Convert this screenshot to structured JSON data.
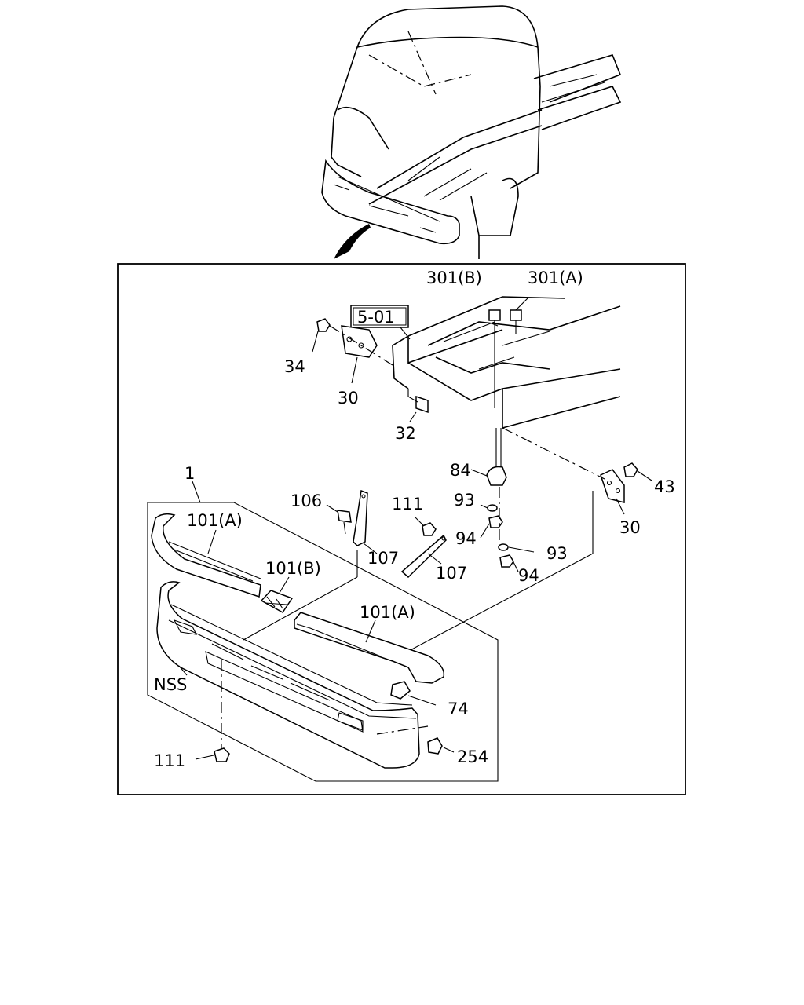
{
  "ref_box": "5-01",
  "labels": {
    "l301b": "301(B)",
    "l301a": "301(A)",
    "l34": "34",
    "l30a": "30",
    "l32": "32",
    "l84": "84",
    "l93a": "93",
    "l94a": "94",
    "l93b": "93",
    "l94b": "94",
    "l43": "43",
    "l30b": "30",
    "l1": "1",
    "l106": "106",
    "l111a": "111",
    "l107a": "107",
    "l107b": "107",
    "l101a1": "101(A)",
    "l101b": "101(B)",
    "l101a2": "101(A)",
    "lnss": "NSS",
    "l74": "74",
    "l111b": "111",
    "l254": "254"
  }
}
